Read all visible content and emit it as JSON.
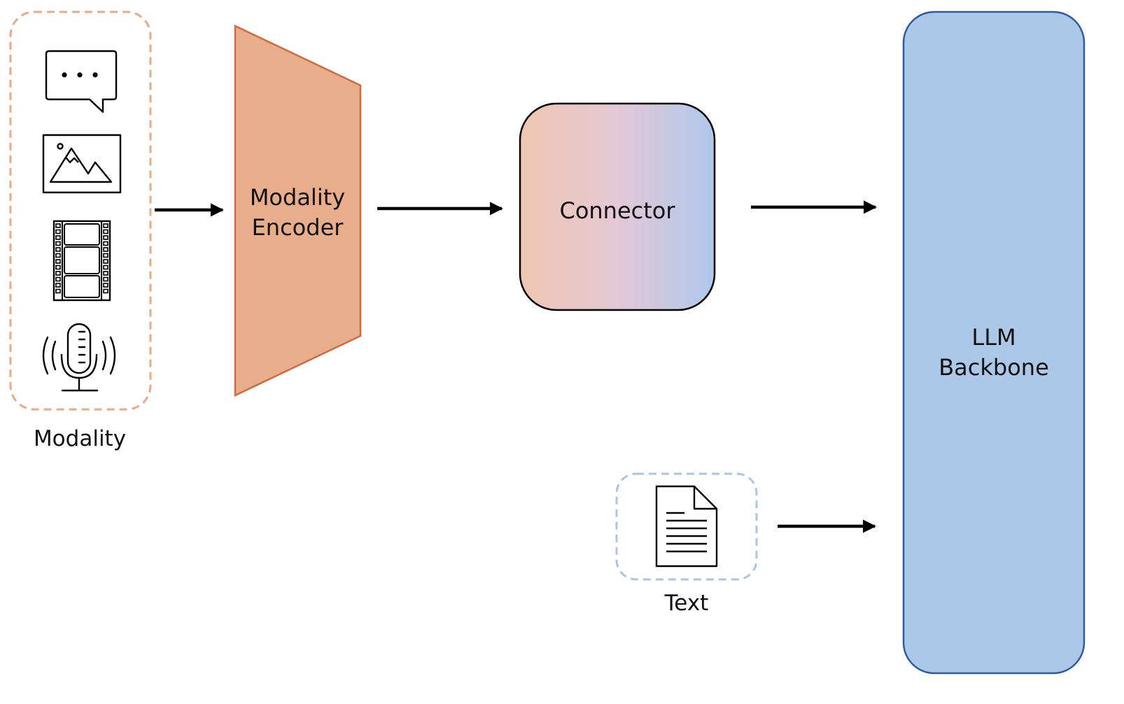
{
  "modality_group": {
    "label": "Modality",
    "border_color": "#E8A987",
    "icons": [
      "speech-bubble-icon",
      "image-icon",
      "film-strip-icon",
      "microphone-icon"
    ]
  },
  "encoder": {
    "label_line1": "Modality",
    "label_line2": "Encoder",
    "fill_color": "#E8AD8A",
    "stroke_color": "#D0693E"
  },
  "connector": {
    "label": "Connector",
    "gradient_start": "#EFC6B2",
    "gradient_end": "#AFC8EC"
  },
  "llm": {
    "label_line1": "LLM",
    "label_line2": "Backbone",
    "fill_color": "#ABC8E9",
    "stroke_color": "#2E5C9E"
  },
  "text_group": {
    "label": "Text",
    "border_color": "#A9C4E6",
    "icon": "document-icon"
  }
}
